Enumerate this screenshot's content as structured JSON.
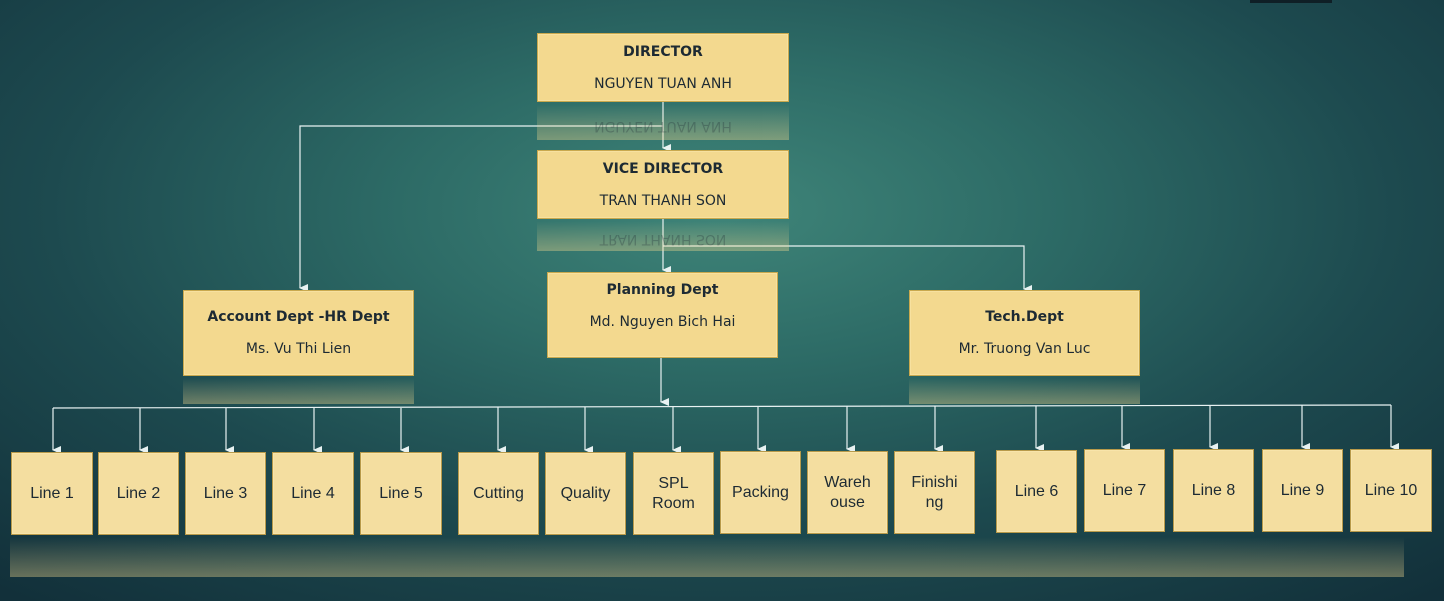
{
  "director": {
    "title": "DIRECTOR",
    "name": "NGUYEN TUAN ANH"
  },
  "vice_director": {
    "title": "VICE DIRECTOR",
    "name": "TRAN THANH SON"
  },
  "departments": {
    "account_hr": {
      "title": "Account Dept -HR Dept",
      "name": "Ms. Vu Thi Lien"
    },
    "planning": {
      "title": "Planning  Dept",
      "name": "Md. Nguyen Bich Hai"
    },
    "tech": {
      "title": "Tech.Dept",
      "name": "Mr. Truong Van Luc"
    }
  },
  "units": [
    "Line 1",
    "Line 2",
    "Line 3",
    "Line 4",
    "Line 5",
    "Cutting",
    "Quality",
    "SPL\nRoom",
    "Packing",
    "Wareh\nouse",
    "Finishi\nng",
    "Line 6",
    "Line 7",
    "Line 8",
    "Line 9",
    "Line 10"
  ],
  "colors": {
    "box_fill": "#f3d98f",
    "box_border": "#c9a94e",
    "connector": "#e8f2f2",
    "background": "#2d6b66"
  }
}
